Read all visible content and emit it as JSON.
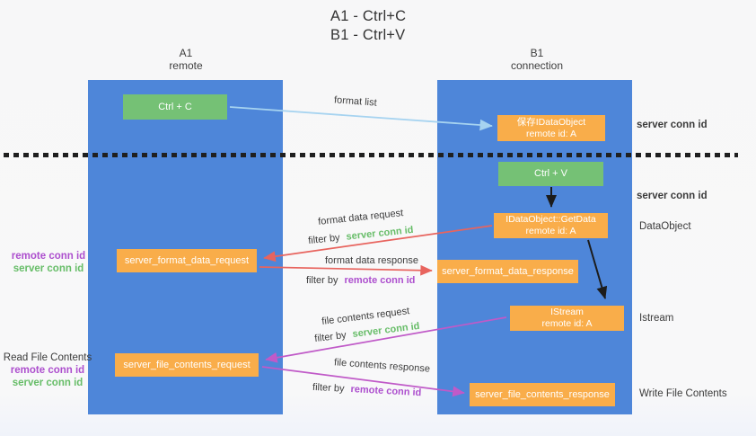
{
  "title": {
    "line1": "A1 - Ctrl+C",
    "line2": "B1 - Ctrl+V"
  },
  "lanes": {
    "left": {
      "name": "A1",
      "role": "remote"
    },
    "right": {
      "name": "B1",
      "role": "connection"
    }
  },
  "nodes": {
    "ctrl_c": "Ctrl + C",
    "ctrl_v": "Ctrl + V",
    "save_idataobject": {
      "line1": "保存IDataObject",
      "line2": "remote id: A"
    },
    "idataobject_getdata": {
      "line1": "IDataObject::GetData",
      "line2": "remote id: A"
    },
    "istream": {
      "line1": "IStream",
      "line2": "remote id: A"
    },
    "server_format_data_request": "server_format_data_request",
    "server_format_data_response": "server_format_data_response",
    "server_file_contents_request": "server_file_contents_request",
    "server_file_contents_response": "server_file_contents_response"
  },
  "edge_labels": {
    "format_list": "format list",
    "format_data_request": "format data request",
    "format_data_response": "format data response",
    "file_contents_request": "file contents request",
    "file_contents_response": "file contents response",
    "filter_by": "filter by",
    "server_conn_id": "server conn id",
    "remote_conn_id": "remote conn id"
  },
  "side_labels": {
    "right_server_conn_top": "server conn id",
    "right_server_conn_mid": "server conn id",
    "dataobject": "DataObject",
    "istream": "Istream",
    "write_file_contents": "Write File Contents",
    "left_remote_conn_top": "remote conn id",
    "left_server_conn_top": "server conn id",
    "read_file_contents": "Read File Contents",
    "left_remote_conn_bottom": "remote conn id",
    "left_server_conn_bottom": "server conn id"
  },
  "colors": {
    "lane_blue": "#4e86d9",
    "box_orange": "#f9ad4a",
    "box_green": "#75c175",
    "text_green": "#67bd68",
    "text_purple": "#ad4fce",
    "arrow_red": "#e8645e",
    "arrow_magenta": "#c05ac8",
    "arrow_light_blue": "#a6d3f0",
    "arrow_black": "#1c1c1c"
  }
}
